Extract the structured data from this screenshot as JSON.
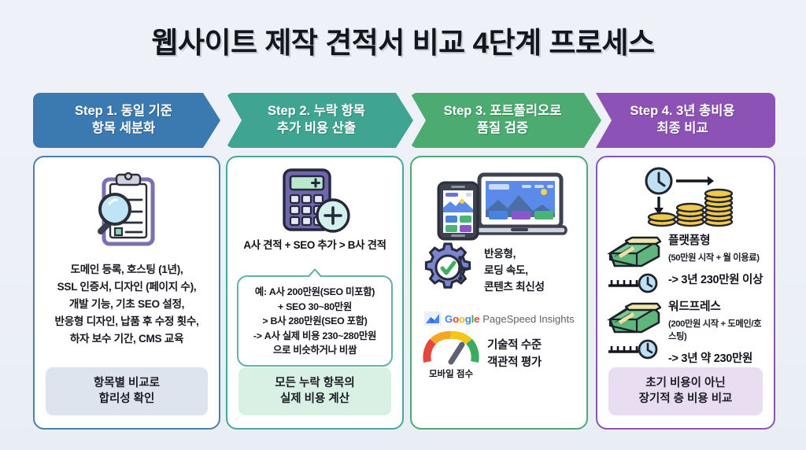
{
  "page": {
    "title": "웹사이트 제작 견적서 비교 4단계 프로세스",
    "background": "#eef2f8"
  },
  "steps": [
    {
      "id": "step1",
      "header": {
        "line1": "Step 1. 동일 기준",
        "line2": "항목 세분화"
      },
      "color": "#3b7ab0",
      "border": "#4a7fb0",
      "icon": "clipboard-magnifier-icon",
      "body_lines": [
        "도메인 등록, 호스팅 (1년),",
        "SSL 인증서, 디자인 (페이지 수),",
        "개발 기능, 기초 SEO 설정,",
        "반응형 디자인, 납품 후 수정 횟수,",
        "하자 보수 기간, CMS 교육"
      ],
      "summary": {
        "line1": "항목별 비교로",
        "line2": "합리성 확인",
        "bg": "#dde4ee"
      }
    },
    {
      "id": "step2",
      "header": {
        "line1": "Step 2. 누락 항목",
        "line2": "추가 비용 산출"
      },
      "color": "#3fa592",
      "border": "#49a79a",
      "icon": "calculator-plus-icon",
      "formula": "A사 견적 + SEO 추가 > B사 견적",
      "bubble_lines": [
        "예: A사 200만원(SEO 미포함)",
        "+ SEO 30~80만원",
        "> B사 280만원(SEO 포함)",
        "-> A사 실제 비용 230~280만원",
        "으로 비슷하거나 비쌈"
      ],
      "summary": {
        "line1": "모든 누락 항목의",
        "line2": "실제 비용 계산",
        "bg": "#d9f0e5"
      }
    },
    {
      "id": "step3",
      "header": {
        "line1": "Step 3. 포트폴리오로",
        "line2": "품질 검증"
      },
      "color": "#4bab70",
      "border": "#4ea873",
      "icon": "responsive-devices-icon",
      "check_icon": "gear-check-icon",
      "bullets": [
        "반응형,",
        "로딩 속도,",
        "콘텐츠 최신성"
      ],
      "google_logo": {
        "google": "Google",
        "product": "PageSpeed Insights"
      },
      "gauge_caption": "모바일 점수",
      "eval_lines": [
        "기술적 수준",
        "객관적 평가"
      ]
    },
    {
      "id": "step4",
      "header": {
        "line1": "Step 4. 3년 총비용",
        "line2": "최종 비교"
      },
      "color": "#8c52b5",
      "border": "#8a56b3",
      "icon": "clock-coins-growth-icon",
      "rows": [
        {
          "money_icon": "cash-stack-icon",
          "clock_icon": "timeline-clock-icon",
          "name": "플랫폼형",
          "detail": "(50만원 시작 + 월 이용료)",
          "total": "-> 3년 230만원 이상"
        },
        {
          "money_icon": "cash-stack-icon",
          "clock_icon": "timeline-clock-icon",
          "name": "워드프레스",
          "detail": "(200만원 시작 + 도메인/호스팅)",
          "total": "-> 3년 약 230만원"
        }
      ],
      "summary": {
        "line1": "초기 비용이 아닌",
        "line2": "장기적 층 비용 비교",
        "bg": "#e9ddf2"
      }
    }
  ]
}
